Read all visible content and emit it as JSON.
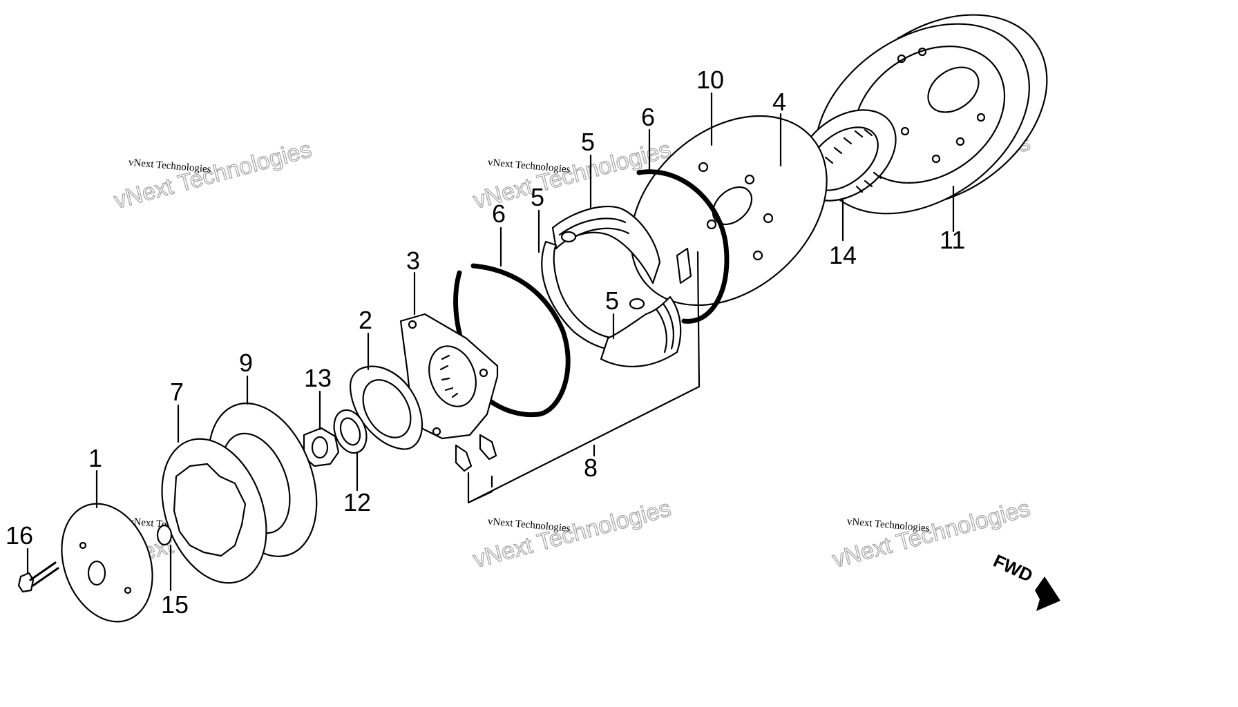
{
  "diagram": {
    "callouts": [
      {
        "id": "c1",
        "text": "1"
      },
      {
        "id": "c2",
        "text": "2"
      },
      {
        "id": "c3",
        "text": "3"
      },
      {
        "id": "c4",
        "text": "4"
      },
      {
        "id": "c5a",
        "text": "5"
      },
      {
        "id": "c5b",
        "text": "5"
      },
      {
        "id": "c5c",
        "text": "5"
      },
      {
        "id": "c6a",
        "text": "6"
      },
      {
        "id": "c6b",
        "text": "6"
      },
      {
        "id": "c7",
        "text": "7"
      },
      {
        "id": "c8",
        "text": "8"
      },
      {
        "id": "c9",
        "text": "9"
      },
      {
        "id": "c10",
        "text": "10"
      },
      {
        "id": "c11",
        "text": "11"
      },
      {
        "id": "c12",
        "text": "12"
      },
      {
        "id": "c13",
        "text": "13"
      },
      {
        "id": "c14",
        "text": "14"
      },
      {
        "id": "c15",
        "text": "15"
      },
      {
        "id": "c16",
        "text": "16"
      }
    ],
    "direction_marker": "FWD",
    "watermark": {
      "line_small": "vNext Technologies",
      "line_large": "vNext Technologies"
    }
  }
}
